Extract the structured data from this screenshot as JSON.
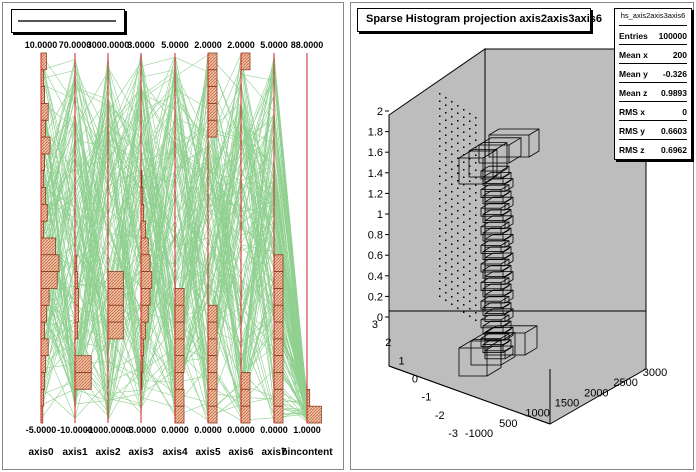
{
  "chart_data": [
    {
      "type": "parallel-coordinates",
      "title": "",
      "axes": [
        {
          "name": "axis0",
          "max": "10.0000",
          "min": "-5.0000",
          "hist": [
            0.6,
            0.3,
            0.4,
            0.8,
            0.5,
            1.0,
            0.4,
            0.3,
            0.5,
            0.7,
            0.3,
            1.6,
            2.0,
            1.8,
            0.9,
            0.6,
            0.4,
            0.8,
            0.5,
            0.4,
            0.3,
            0.2
          ]
        },
        {
          "name": "axis1",
          "max": "70.0000",
          "min": "-10.0000",
          "hist": [
            0,
            0,
            0,
            0,
            0,
            0,
            0,
            0,
            0,
            0,
            0,
            0,
            0.2,
            0.3,
            0.4,
            0.4,
            0.3,
            0,
            1.8,
            1.8,
            0,
            0
          ]
        },
        {
          "name": "axis2",
          "max": "3000.0000",
          "min": "-1000.0000",
          "hist": [
            0,
            0,
            0,
            0,
            0,
            0,
            0,
            0,
            0,
            0,
            0,
            0,
            0,
            1.7,
            1.7,
            1.7,
            1.7,
            0,
            0,
            0,
            0,
            0
          ]
        },
        {
          "name": "axis3",
          "max": "3.0000",
          "min": "-3.0000",
          "hist": [
            0,
            0,
            0,
            0,
            0,
            0,
            0,
            0.1,
            0.2,
            0.3,
            0.5,
            0.8,
            1.0,
            1.2,
            1.0,
            0.8,
            0.5,
            0.3,
            0.2,
            0.1,
            0,
            0
          ]
        },
        {
          "name": "axis4",
          "max": "5.0000",
          "min": "0.0000",
          "hist": [
            0,
            0,
            0,
            0,
            0,
            0,
            0,
            0,
            0,
            0,
            0,
            0,
            0,
            0,
            1.0,
            1.0,
            1.0,
            1.0,
            1.0,
            0.9,
            1.0,
            1.0
          ]
        },
        {
          "name": "axis5",
          "max": "2.0000",
          "min": "0.0000",
          "hist": [
            1.0,
            1.0,
            1.0,
            1.0,
            1.0,
            0,
            0,
            0,
            0,
            0,
            0,
            0,
            0,
            0,
            0,
            1.0,
            1.0,
            1.0,
            1.0,
            1.0,
            1.0,
            1.0
          ]
        },
        {
          "name": "axis6",
          "max": "2.0000",
          "min": "0.0000",
          "hist": [
            1.0,
            0,
            0,
            0,
            0,
            0,
            0,
            0,
            0,
            0,
            0,
            0,
            0,
            0,
            0,
            0,
            0,
            0,
            0,
            1.0,
            1.0,
            1.0
          ]
        },
        {
          "name": "axis7",
          "max": "5.0000",
          "min": "0.0000",
          "hist": [
            0,
            0,
            0,
            0,
            0,
            0,
            0,
            0,
            0,
            0,
            0,
            0,
            1.0,
            1.0,
            1.0,
            1.0,
            1.0,
            1.0,
            1.0,
            1.0,
            1.0,
            1.0
          ]
        },
        {
          "name": "bincontent",
          "max": "88.0000",
          "min": "1.0000",
          "hist": [
            0,
            0,
            0,
            0,
            0,
            0,
            0,
            0,
            0,
            0,
            0,
            0,
            0,
            0,
            0,
            0,
            0,
            0,
            0,
            0,
            0.3,
            1.6
          ]
        }
      ],
      "line_color": "#90d090",
      "axis_color": "#d02020",
      "hist_color": "#c87050"
    },
    {
      "type": "lego3d",
      "title": "Sparse Histogram projection axis2axis3axis6",
      "x_axis": {
        "ticks": [
          "-1000",
          "500",
          "1000",
          "1500",
          "2000",
          "2500",
          "3000"
        ]
      },
      "y_axis": {
        "ticks": [
          "-3",
          "-2",
          "-1",
          "0",
          "1",
          "2",
          "3"
        ]
      },
      "z_axis": {
        "ticks": [
          "0",
          "0.2",
          "0.4",
          "0.6",
          "0.8",
          "1",
          "1.2",
          "1.4",
          "1.6",
          "1.8",
          "2"
        ],
        "range": [
          0,
          2
        ]
      },
      "stats": {
        "name": "hs_axis2axis3axis6",
        "rows": [
          {
            "label": "Entries",
            "value": "100000"
          },
          {
            "label": "Mean x",
            "value": "200"
          },
          {
            "label": "Mean y",
            "value": "-0.326"
          },
          {
            "label": "Mean z",
            "value": "0.9893"
          },
          {
            "label": "RMS x",
            "value": "0"
          },
          {
            "label": "RMS y",
            "value": "0.6603"
          },
          {
            "label": "RMS z",
            "value": "0.6962"
          }
        ]
      },
      "frame_color": "#bdbdbd"
    }
  ]
}
